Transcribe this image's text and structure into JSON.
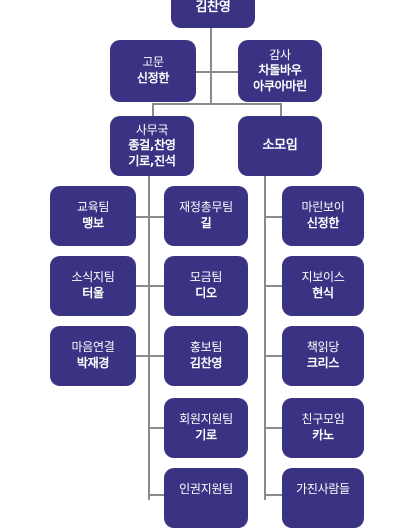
{
  "org": {
    "top": {
      "title": "김찬영"
    },
    "advisor": {
      "title": "고문",
      "names": [
        "신정한"
      ]
    },
    "auditor": {
      "title": "감사",
      "names": [
        "차돌바우",
        "아쿠아마린"
      ]
    },
    "secretariat": {
      "title": "사무국",
      "names": [
        "종걸,찬영",
        "기로,진석"
      ]
    },
    "club": {
      "title": "소모임"
    },
    "left_teams": [
      {
        "title": "교육팀",
        "name": "맹보"
      },
      {
        "title": "소식지팀",
        "name": "터울"
      },
      {
        "title": "마음연결",
        "name": "박재경"
      }
    ],
    "center_teams": [
      {
        "title": "재정총무팀",
        "name": "길"
      },
      {
        "title": "모금팀",
        "name": "디오"
      },
      {
        "title": "홍보팀",
        "name": "김찬영"
      },
      {
        "title": "회원지원팀",
        "name": "기로"
      },
      {
        "title": "인권지원팀",
        "name": ""
      }
    ],
    "right_teams": [
      {
        "title": "마린보이",
        "name": "신정한"
      },
      {
        "title": "지보이스",
        "name": "현식"
      },
      {
        "title": "책읽당",
        "name": "크리스"
      },
      {
        "title": "친구모임",
        "name": "카노"
      },
      {
        "title": "가진사람들",
        "name": ""
      }
    ]
  },
  "colors": {
    "node": "#3a3383",
    "node_text": "#ffffff",
    "connector": "#8a8a8a"
  }
}
